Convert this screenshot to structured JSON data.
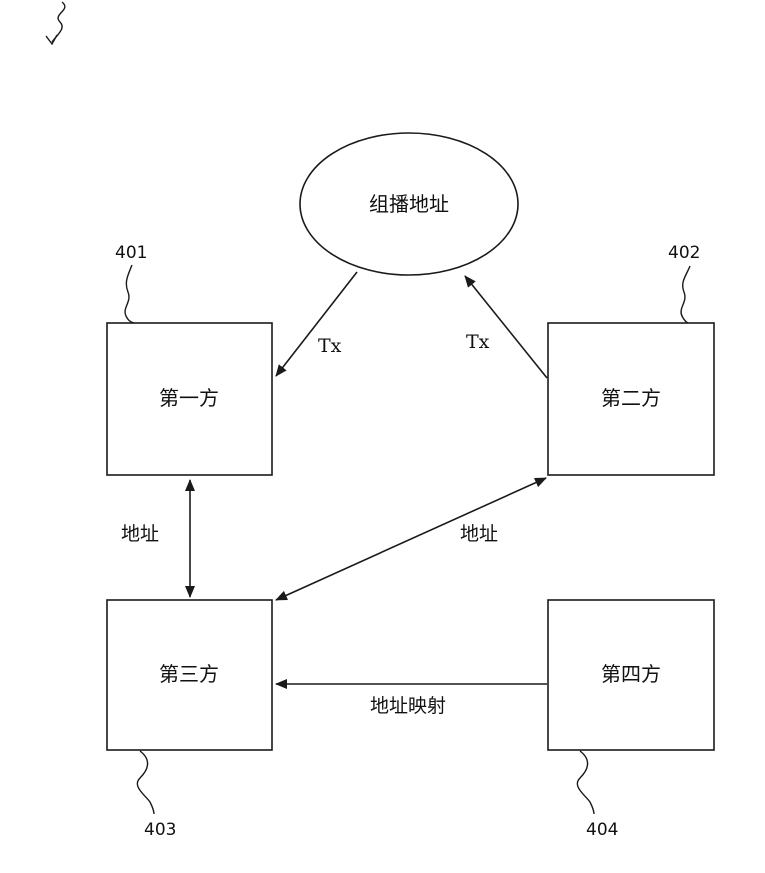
{
  "nodes": {
    "multicast": {
      "label": "组播地址"
    },
    "first_party": {
      "label": "第一方",
      "ref": "401"
    },
    "second_party": {
      "label": "第二方",
      "ref": "402"
    },
    "third_party": {
      "label": "第三方",
      "ref": "403"
    },
    "fourth_party": {
      "label": "第四方",
      "ref": "404"
    }
  },
  "edges": {
    "multicast_to_first": {
      "label": "Tx"
    },
    "second_to_multicast": {
      "label": "Tx"
    },
    "first_third": {
      "label": "地址"
    },
    "second_third": {
      "label": "地址"
    },
    "fourth_to_third": {
      "label": "地址映射"
    }
  },
  "colors": {
    "stroke": "#1a1a1a",
    "text": "#111111",
    "background": "#ffffff"
  }
}
